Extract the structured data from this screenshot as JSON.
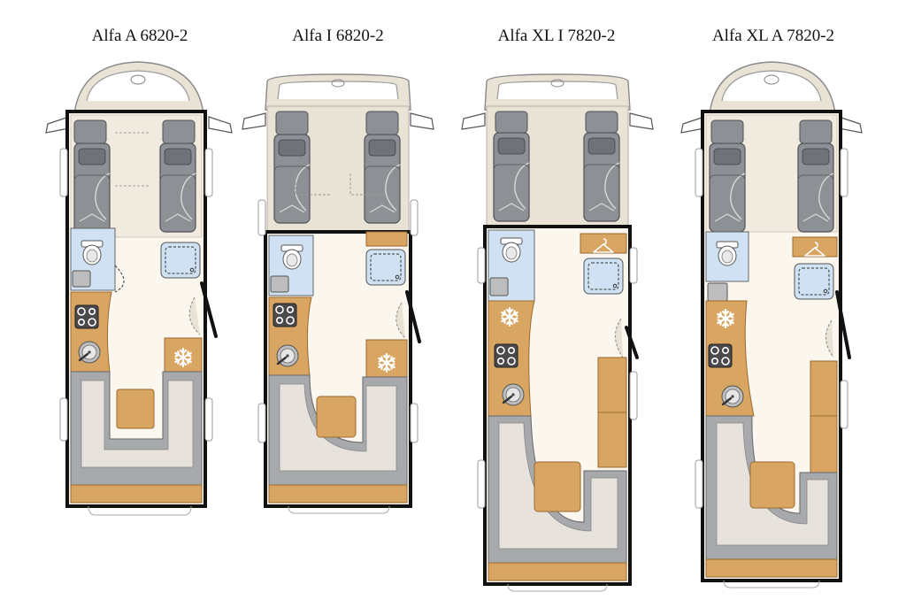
{
  "plans": [
    {
      "title": "Alfa A 6820-2"
    },
    {
      "title": "Alfa I 6820-2"
    },
    {
      "title": "Alfa XL I 7820-2"
    },
    {
      "title": "Alfa XL A 7820-2"
    }
  ],
  "colors": {
    "wall": "#111111",
    "floor": "#fbf6ee",
    "cab": "#e9e3d6",
    "wood": "#d9a563",
    "wood_dark": "#c98a45",
    "bed": "#8d9196",
    "bed_dark": "#6f7378",
    "blue": "#cfe1f2",
    "sofa": "#e7e2db",
    "sofa_grey": "#a7a9ac",
    "window": "#ffffff",
    "window_stroke": "#9a9a9a"
  },
  "icons": [
    "snowflake-icon",
    "hob-icon",
    "sink-icon",
    "toilet-icon",
    "shower-icon",
    "hanger-icon",
    "steering-wheel-icon"
  ]
}
